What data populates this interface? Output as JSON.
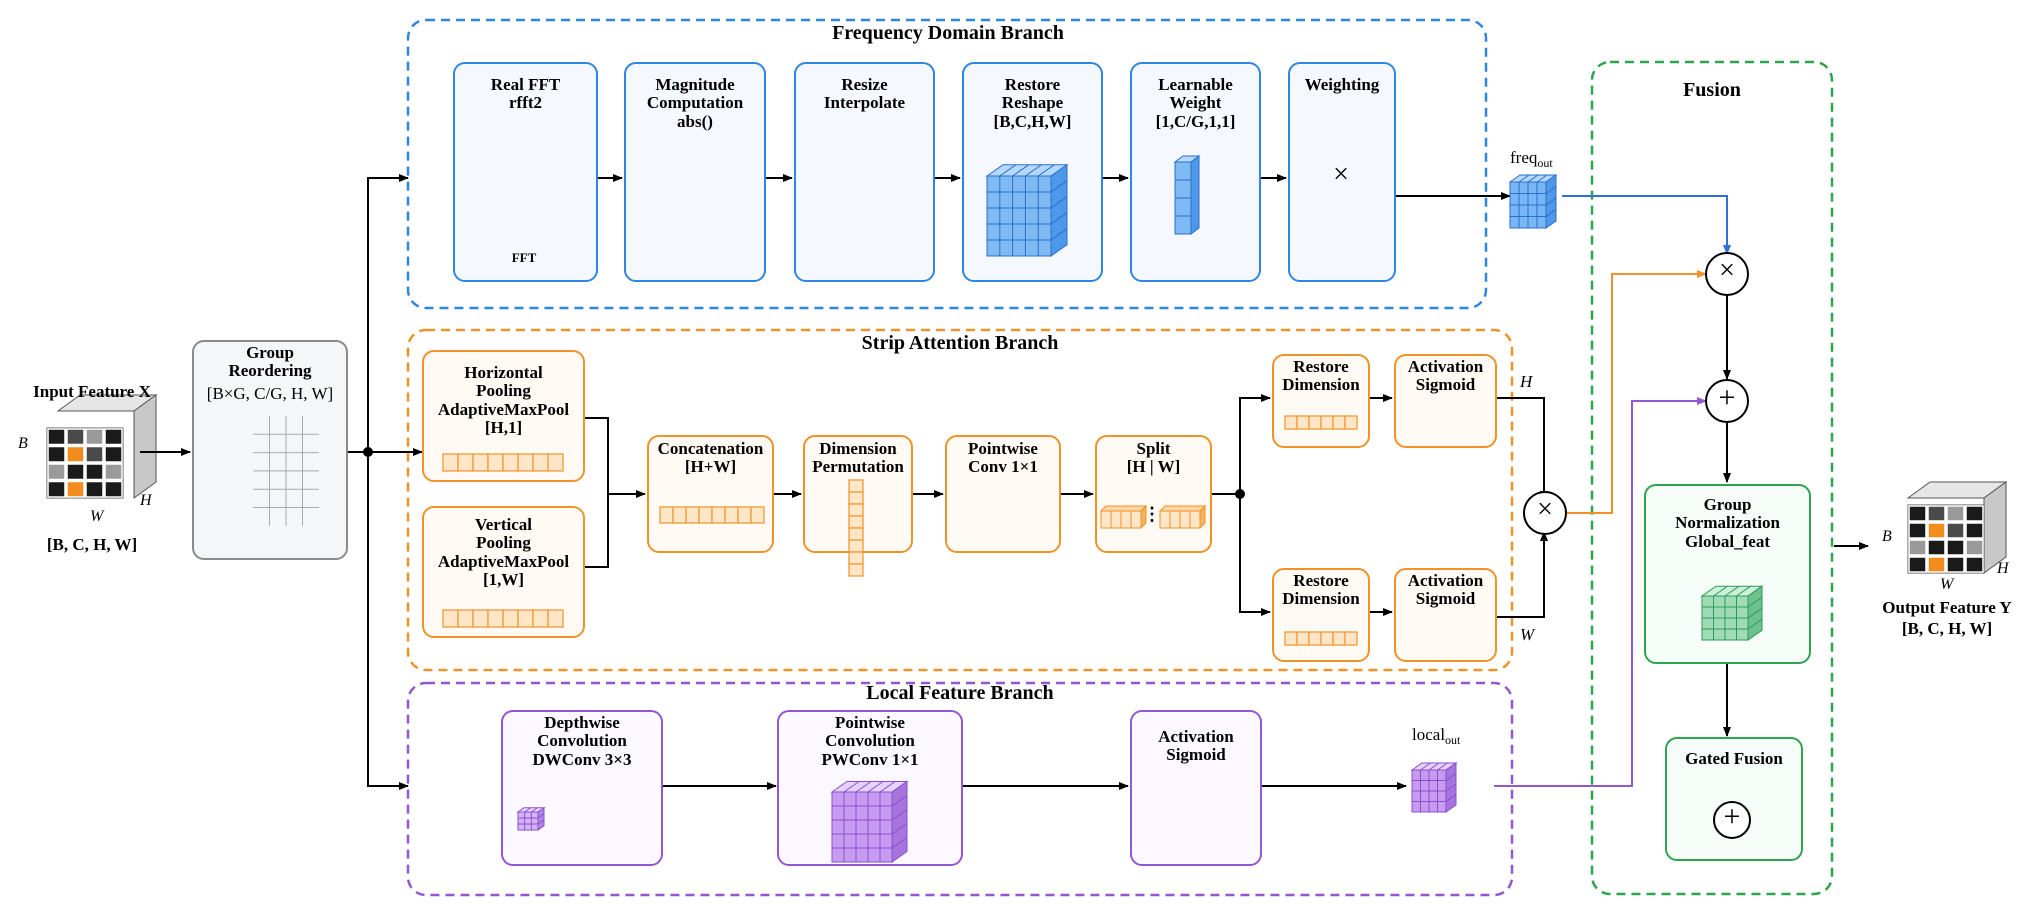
{
  "input": {
    "title": "Input Feature X",
    "shape": "[B, C, H, W]",
    "axis_b": "B",
    "axis_w": "W",
    "axis_h": "H"
  },
  "group_reordering": {
    "title": "Group\nReordering",
    "shape": "[B×G, C/G, H, W]"
  },
  "frequency_branch": {
    "title": "Frequency Domain Branch",
    "nodes": [
      {
        "id": "fft",
        "label": "Real FFT\nrfft2",
        "tag": "FFT"
      },
      {
        "id": "magnitude",
        "label": "Magnitude\nComputation\nabs()"
      },
      {
        "id": "resize",
        "label": "Resize\nInterpolate"
      },
      {
        "id": "restore",
        "label": "Restore\nReshape\n[B,C,H,W]"
      },
      {
        "id": "weight",
        "label": "Learnable\nWeight\n[1,C/G,1,1]"
      },
      {
        "id": "weighting",
        "label": "Weighting"
      }
    ],
    "output": "freq",
    "output_sub": "out"
  },
  "strip_branch": {
    "title": "Strip Attention Branch",
    "nodes": [
      {
        "id": "hpool",
        "label": "Horizontal\nPooling\nAdaptiveMaxPool\n[H,1]"
      },
      {
        "id": "vpool",
        "label": "Vertical\nPooling\nAdaptiveMaxPool\n[1,W]"
      },
      {
        "id": "concat",
        "label": "Concatenation\n[H+W]"
      },
      {
        "id": "permute",
        "label": "Dimension\nPermutation"
      },
      {
        "id": "pwconv",
        "label": "Pointwise\nConv 1×1"
      },
      {
        "id": "split",
        "label": "Split\n[H | W]"
      },
      {
        "id": "restore_h",
        "label": "Restore\nDimension"
      },
      {
        "id": "act_h",
        "label": "Activation\nSigmoid"
      },
      {
        "id": "restore_w",
        "label": "Restore\nDimension"
      },
      {
        "id": "act_w",
        "label": "Activation\nSigmoid"
      }
    ],
    "label_h": "H",
    "label_w": "W"
  },
  "local_branch": {
    "title": "Local Feature Branch",
    "nodes": [
      {
        "id": "dwconv",
        "label": "Depthwise\nConvolution\nDWConv 3×3"
      },
      {
        "id": "pwconv",
        "label": "Pointwise\nConvolution\nPWConv 1×1"
      },
      {
        "id": "act",
        "label": "Activation\nSigmoid"
      }
    ],
    "output": "local",
    "output_sub": "out"
  },
  "fusion": {
    "title": "Fusion",
    "group_norm": "Group\nNormalization\nGlobal_feat",
    "gated": "Gated Fusion"
  },
  "output": {
    "title": "Output Feature Y",
    "shape": "[B, C, H, W]",
    "axis_b": "B",
    "axis_w": "W",
    "axis_h": "H"
  },
  "symbols": {
    "multiply": "×",
    "add": "+",
    "ellipsis": "⋮"
  },
  "colors": {
    "frequency": "#2f86e0",
    "strip": "#f0922a",
    "local": "#9457d2",
    "fusion": "#2da44e",
    "neutral": "#8a8a8a",
    "input_highlight": "#f28c1c"
  }
}
